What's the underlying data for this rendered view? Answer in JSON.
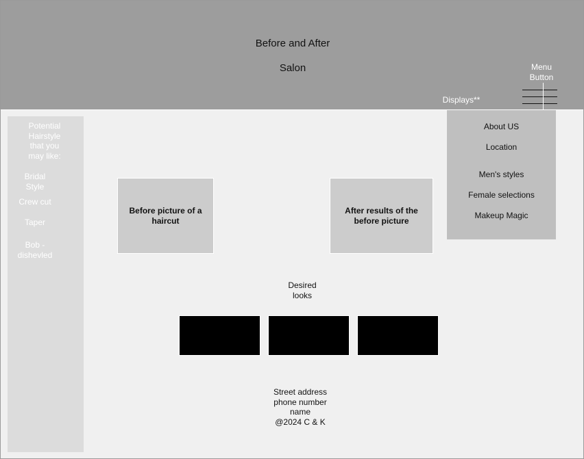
{
  "header": {
    "title_line1": "Before and After",
    "title_line2": "Salon",
    "menu_label": "Menu\nButton",
    "displays_label": "Displays**"
  },
  "sidebar": {
    "heading": "Potential\nHairstyle\nthat you\nmay like:",
    "items": [
      {
        "label": "Bridal\nStyle"
      },
      {
        "label": "Crew cut"
      },
      {
        "label": "Taper"
      },
      {
        "label": "Bob -\ndishevled"
      }
    ]
  },
  "dropdown": {
    "items": [
      {
        "label": "About US"
      },
      {
        "label": "Location"
      },
      {
        "label": "Men's styles"
      },
      {
        "label": "Female selections"
      },
      {
        "label": "Makeup Magic"
      }
    ]
  },
  "main": {
    "before_label": "Before picture of a haircut",
    "after_label": "After results of the before picture",
    "desired_label": "Desired\nlooks"
  },
  "footer": {
    "address": "Street address",
    "phone": "phone number",
    "name": "name",
    "copyright": "@2024 C & K"
  },
  "colors": {
    "header_bg": "#9d9d9d",
    "page_bg": "#f0f0f0",
    "sidebar_bg": "#dcdcdc",
    "dropdown_bg": "#bfbfbf",
    "photo_bg": "#cccccc",
    "look_thumb": "#000000"
  },
  "icons": {
    "menu": "hamburger-icon"
  }
}
